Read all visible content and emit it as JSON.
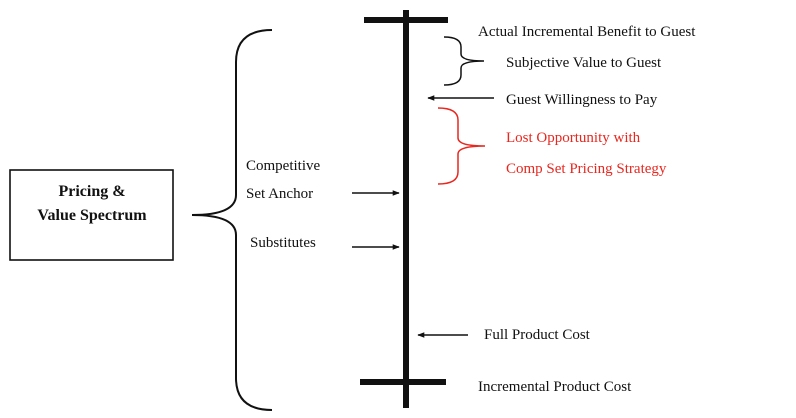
{
  "diagram": {
    "box_label_line1": "Pricing &",
    "box_label_line2": "Value Spectrum",
    "labels": {
      "actual_benefit": "Actual Incremental Benefit to Guest",
      "subjective_value": "Subjective Value to Guest",
      "willingness_to_pay": "Guest Willingness to Pay",
      "lost_opportunity_line1": "Lost Opportunity with",
      "lost_opportunity_line2": "Comp Set Pricing Strategy",
      "competitive_line1": "Competitive",
      "competitive_line2": "Set Anchor",
      "substitutes": "Substitutes",
      "full_cost": "Full Product Cost",
      "incremental_cost": "Incremental Product Cost"
    },
    "colors": {
      "ink": "#111111",
      "highlight": "#e8271f"
    }
  }
}
